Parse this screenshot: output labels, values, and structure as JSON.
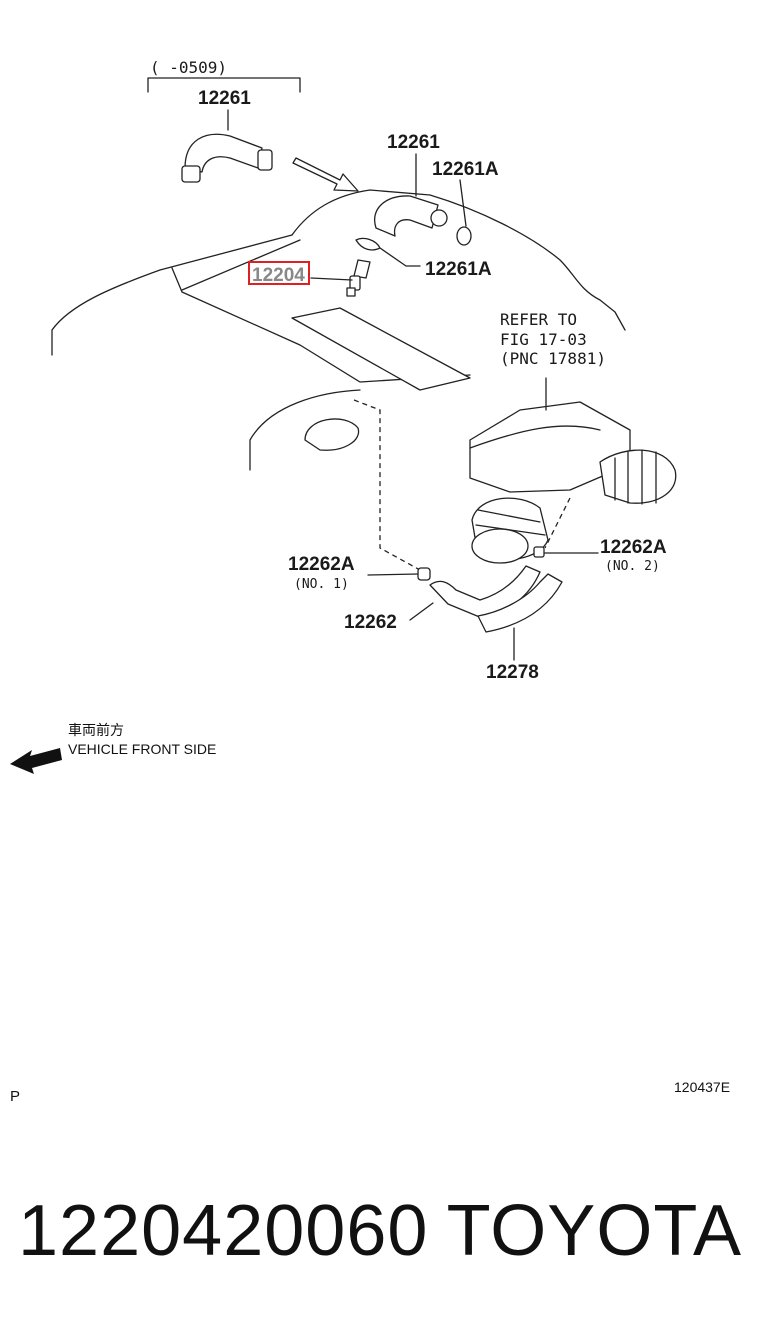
{
  "diagram": {
    "date_range": "(      -0509)",
    "labels": {
      "hose_old": "12261",
      "hose_new": "12261",
      "clamp_top": "12261A",
      "clamp_mid": "12261A",
      "pcv_valve": "12204",
      "hose_lower": "12262",
      "clamp_no1": "12262A",
      "clamp_no1_sub": "(NO. 1)",
      "clamp_no2": "12262A",
      "clamp_no2_sub": "(NO. 2)",
      "hose_12278": "12278"
    },
    "refer": [
      "REFER TO",
      "FIG 17-03",
      "(PNC 17881)"
    ],
    "direction_jp": "車両前方",
    "direction_en": "VEHICLE FRONT SIDE",
    "corner_left": "P",
    "corner_right": "120437E",
    "highlight_color": "#e02020"
  },
  "footer": {
    "part_number": "1220420060",
    "brand": "TOYOTA"
  }
}
